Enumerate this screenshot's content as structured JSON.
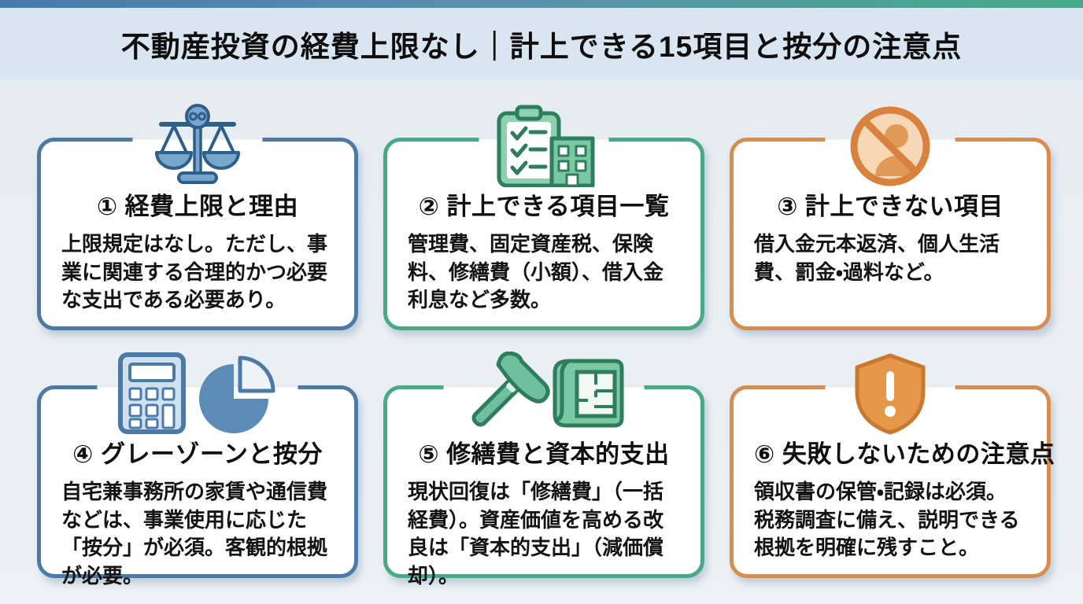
{
  "header": {
    "title": "不動産投資の経費上限なし｜計上できる15項目と按分の注意点"
  },
  "colors": {
    "top_bar_gradient_start": "#4879a8",
    "top_bar_gradient_end": "#46aa88",
    "header_bg": "#d9e6f1",
    "page_bg": "#e9eef3",
    "card_bg": "#ffffff",
    "accent_blue": "#4b7aa6",
    "accent_green": "#49a987",
    "accent_orange": "#d68d4d",
    "icon_blue_dark": "#2d5f88",
    "icon_blue_fill": "#79a6cd",
    "icon_green_dark": "#2e7d5e",
    "icon_green_fill": "#7cc8a5",
    "icon_orange_ring": "#d9813f",
    "icon_orange_fill": "#f6d8b6",
    "text_color": "#111111"
  },
  "cards": [
    {
      "accent": "blue",
      "icon": "balance-scale-icon",
      "title": "① 経費上限と理由",
      "body": "上限規定はなし。ただし、事業に関連する合理的かつ必要な支出である必要あり。"
    },
    {
      "accent": "green",
      "icon": "checklist-building-icon",
      "title": "② 計上できる項目一覧",
      "body": "管理費、固定資産税、保険料、修繕費（小額）、借入金利息など多数。"
    },
    {
      "accent": "orange",
      "icon": "no-person-icon",
      "title": "③ 計上できない項目",
      "body": "借入金元本返済、個人生活費、罰金・過料など。"
    },
    {
      "accent": "blue",
      "icon": "calculator-pie-icon",
      "title": "④ グレーゾーンと按分",
      "body": "自宅兼事務所の家賃や通信費などは、事業使用に応じた「按分」が必須。客観的根拠が必要。"
    },
    {
      "accent": "green",
      "icon": "hammer-blueprint-icon",
      "title": "⑤ 修繕費と資本的支出",
      "body": "現状回復は「修繕費」（一括経費）。資産価値を高める改良は「資本的支出」（減価償却）。"
    },
    {
      "accent": "orange",
      "icon": "shield-alert-icon",
      "title": "⑥ 失敗しないための注意点",
      "body": "領収書の保管・記録は必須。税務調査に備え、説明できる根拠を明確に残すこと。"
    }
  ]
}
